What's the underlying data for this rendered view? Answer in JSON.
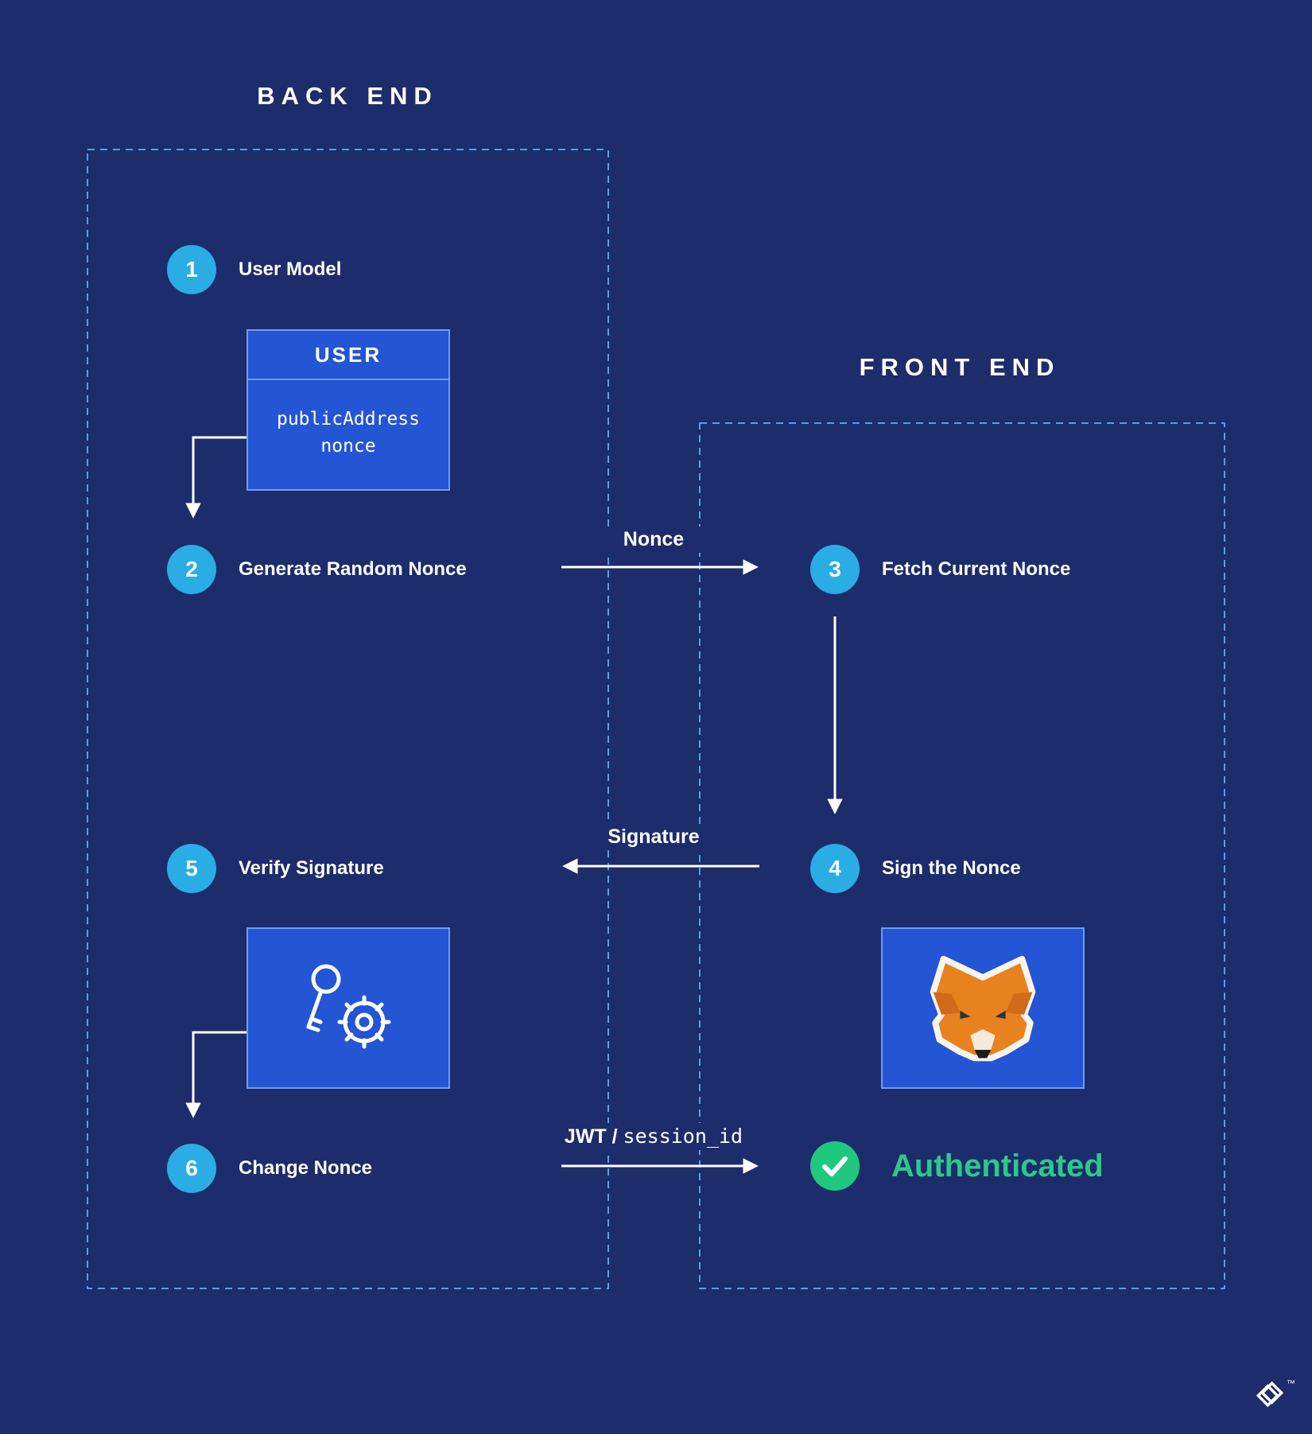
{
  "regions": {
    "backend": {
      "title": "BACK END"
    },
    "frontend": {
      "title": "FRONT END"
    }
  },
  "steps": [
    {
      "num": "1",
      "label": "User Model"
    },
    {
      "num": "2",
      "label": "Generate Random Nonce"
    },
    {
      "num": "3",
      "label": "Fetch Current Nonce"
    },
    {
      "num": "4",
      "label": "Sign the Nonce"
    },
    {
      "num": "5",
      "label": "Verify Signature"
    },
    {
      "num": "6",
      "label": "Change Nonce"
    }
  ],
  "user_table": {
    "title": "USER",
    "fields": [
      "publicAddress",
      "nonce"
    ]
  },
  "flow_labels": {
    "nonce": "Nonce",
    "signature": "Signature",
    "jwt_prefix": "JWT /",
    "jwt_mono": "session_id"
  },
  "authenticated": "Authenticated",
  "logo": {
    "tm": "™"
  },
  "icons": {
    "metamask": "metamask-fox-icon",
    "key_gear": "key-and-gear-icon",
    "check": "checkmark-icon",
    "brand": "toptal-logo"
  },
  "colors": {
    "background": "#1d2c6b",
    "box_fill": "#2355d4",
    "box_border": "#6f9cf0",
    "dashed_border": "#4da2e8",
    "step_circle": "#2aace4",
    "success_green": "#20c87f",
    "fox_orange": "#e8821f",
    "white": "#ffffff"
  }
}
